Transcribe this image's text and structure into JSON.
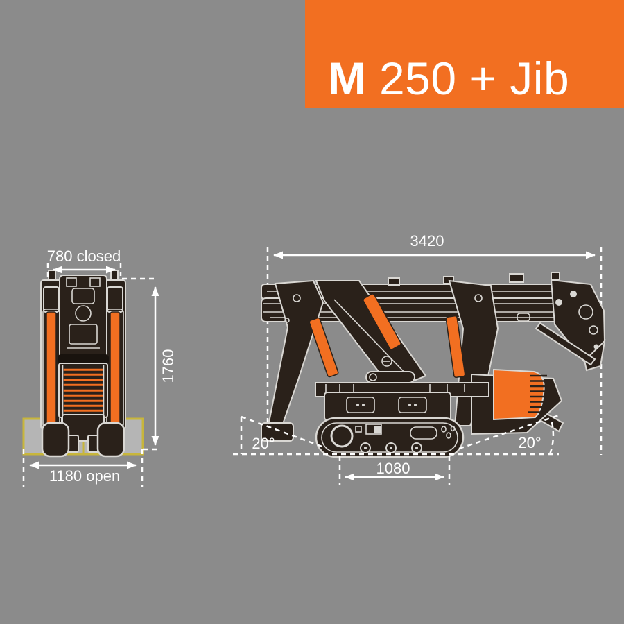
{
  "banner": {
    "model_bold": "M",
    "model_rest": "250 + Jib"
  },
  "front_view": {
    "name": "front view drawing",
    "dim_width_closed": "780 closed",
    "dim_height": "1760",
    "dim_width_open": "1180 open"
  },
  "side_view": {
    "name": "side view drawing",
    "dim_length": "3420",
    "dim_track_center": "1080",
    "angle_left": "20°",
    "angle_right": "20°"
  },
  "colors": {
    "background": "#8b8b8b",
    "accent_orange": "#f26f21",
    "machine_dark": "#2a211a",
    "outline_light": "#d9d7d3",
    "extended_track_yellow": "#c8b63b",
    "dimension_white": "#ffffff"
  }
}
